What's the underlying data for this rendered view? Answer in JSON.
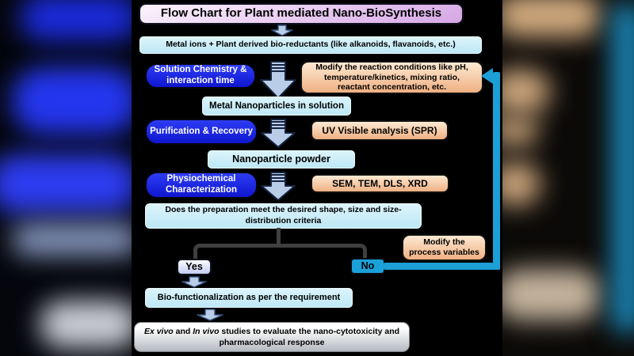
{
  "title": "Flow Chart for Plant mediated Nano-BioSynthesis",
  "nodes": {
    "reactants": "Metal ions + Plant derived bio-reductants (like alkanoids, flavanoids, etc.)",
    "solution_chemistry": "Solution Chemistry &\ninteraction time",
    "modify_conditions": "Modify the reaction conditions like pH,\ntemperature/kinetics, mixing ratio,\nreactant concentration, etc.",
    "nanoparticles_solution": "Metal Nanoparticles in solution",
    "purification": "Purification & Recovery",
    "uv_analysis": "UV Visible analysis (SPR)",
    "nanoparticle_powder": "Nanoparticle powder",
    "characterization": "Physiochemical\nCharacterization",
    "techniques": "SEM, TEM, DLS, XRD",
    "criteria": "Does the preparation meet the desired shape, size and size-\ndistribution criteria",
    "yes_label": "Yes",
    "no_label": "No",
    "modify_variables": "Modify the\nprocess variables",
    "biofunctionalization": "Bio-functionalization as per the requirement",
    "final_study_segments": [
      {
        "t": "Ex vivo",
        "i": true
      },
      {
        "t": " and ",
        "i": false
      },
      {
        "t": "In vivo",
        "i": true
      },
      {
        "t": " studies to evaluate the nano-cytotoxicity and pharmacological response",
        "i": false
      }
    ]
  },
  "colors": {
    "panel_bg": "#000000",
    "title_fill": "#d5a7e4",
    "process_blue": "#1c2ae6",
    "info_peach": "#f5c497",
    "io_light_blue": "#c6ebf7",
    "decision_cyan": "#1ba1da",
    "feedback_cyan": "#1b9fd6",
    "arrow_fill": "#b9cde9",
    "connector_gray": "#3f3f3f",
    "final_gray": "#c6cad0"
  }
}
